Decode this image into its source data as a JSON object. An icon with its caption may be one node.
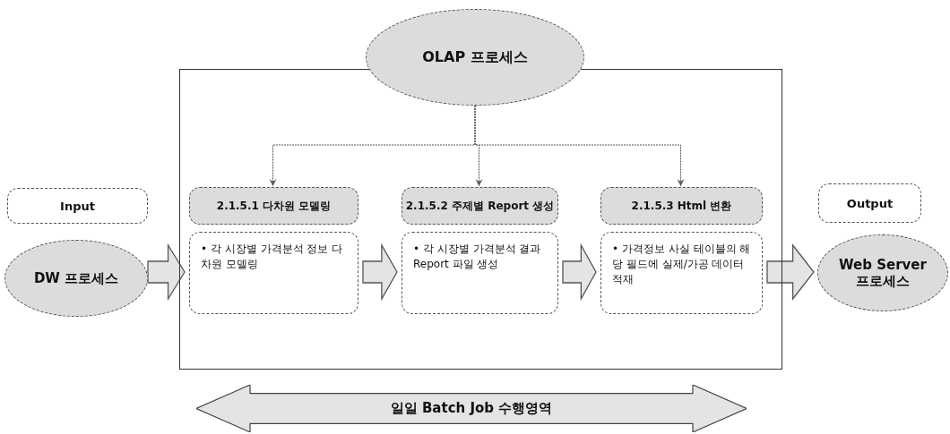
{
  "diagram": {
    "nodes": [
      {
        "text": [
          "Input"
        ]
      },
      {
        "text": [
          "DW 프로세스"
        ]
      },
      {
        "text": [],
        "shape": "box"
      },
      {
        "text": [
          "OLAP 프로세스"
        ]
      },
      {
        "text": [
          "2.1.5.1 다차원 모델링"
        ],
        "in": 2
      },
      {
        "text": [
          "• 각 시장별 가격분석 정보 다차원 모델링"
        ],
        "in": 2
      },
      {
        "text": [
          "2.1.5.2 주제별 Report 생성"
        ],
        "in": 2
      },
      {
        "text": [
          "• 각 시장별 가격분석 결과 Report 파일 생성"
        ],
        "in": 2
      },
      {
        "text": [
          "2.1.5.3 Html 변환"
        ],
        "in": 2
      },
      {
        "text": [
          "• 가격정보 사실 테이블의 해당 필드에 실제/가공 데이터 적재"
        ],
        "in": 2
      },
      {
        "text": [
          "Output"
        ]
      },
      {
        "text": [
          "Web Server 프로세스"
        ]
      },
      {
        "text": [
          "일일 Batch Job 수행영역"
        ]
      }
    ],
    "edges": [
      {
        "from": 3,
        "to": 4,
        "arrow": "to"
      },
      {
        "from": 3,
        "to": 6,
        "arrow": "to"
      },
      {
        "from": 3,
        "to": 8,
        "arrow": "to"
      },
      {
        "from": 1,
        "to": 5,
        "arrow": "to",
        "style": "thick"
      },
      {
        "from": 5,
        "to": 7,
        "arrow": "to",
        "style": "thick"
      },
      {
        "from": 7,
        "to": 9,
        "arrow": "to",
        "style": "thick"
      },
      {
        "from": 9,
        "to": 11,
        "arrow": "to",
        "style": "thick"
      }
    ]
  }
}
